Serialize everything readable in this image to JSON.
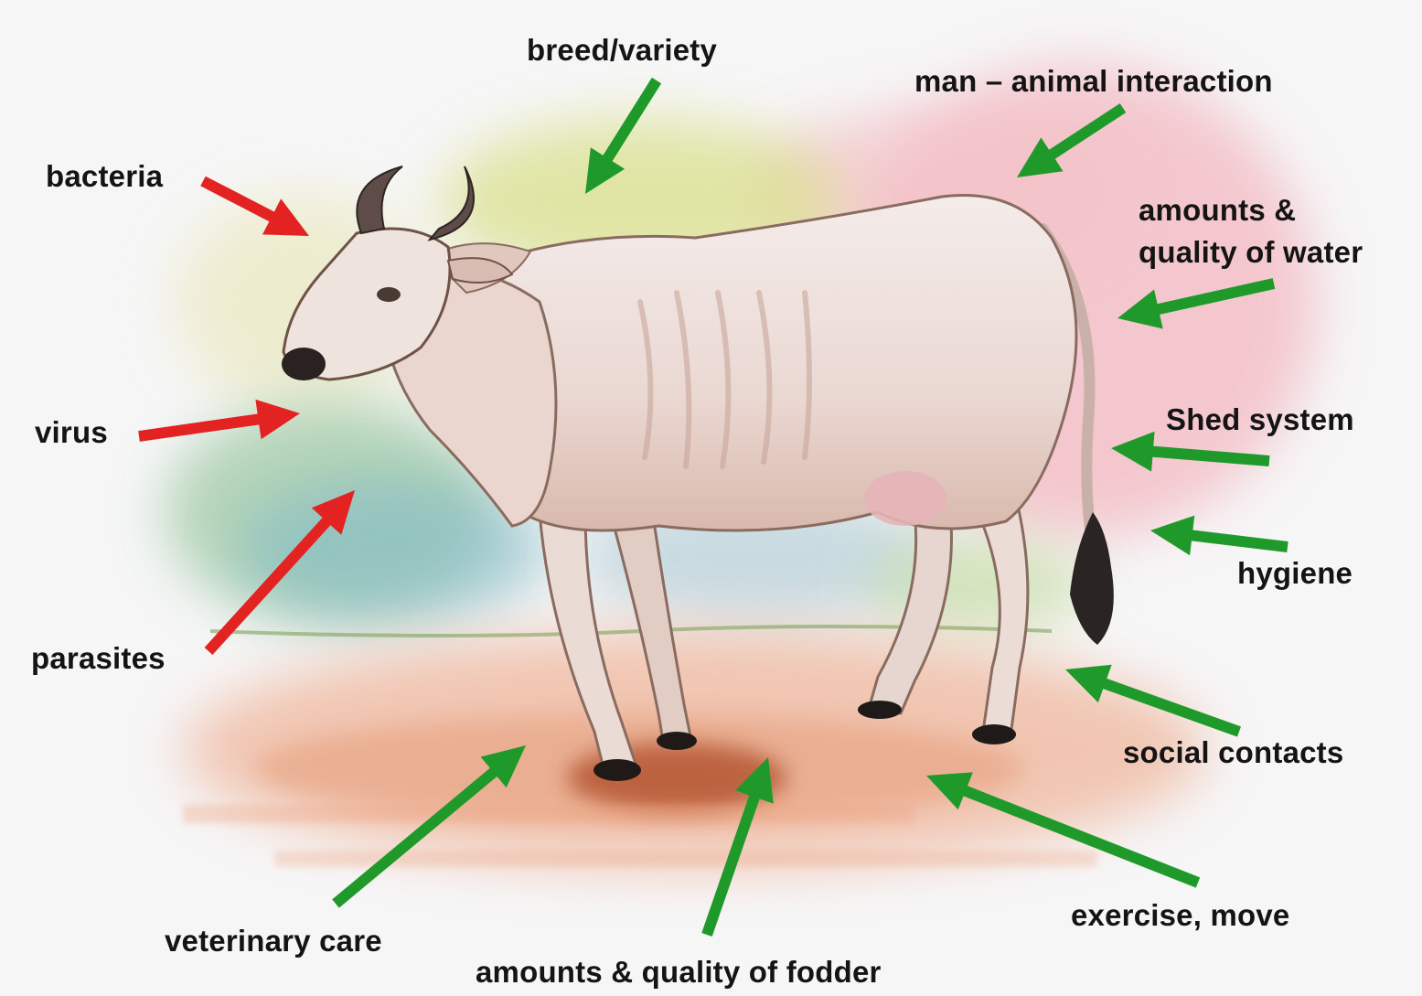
{
  "colors": {
    "harm_arrow": "#e32222",
    "care_arrow": "#1f9a2a",
    "label_text": "#141414",
    "background": "#f6f6f7"
  },
  "subject": {
    "icon": "cow-icon"
  },
  "labels": {
    "bacteria": "bacteria",
    "virus": "virus",
    "parasites": "parasites",
    "breed": "breed/variety",
    "man_animal": "man – animal interaction",
    "water_1": "amounts &",
    "water_2": "quality of water",
    "shed": "Shed system",
    "hygiene": "hygiene",
    "social": "social contacts",
    "exercise": "exercise, move",
    "vet": "veterinary care",
    "fodder": "amounts & quality of fodder"
  }
}
